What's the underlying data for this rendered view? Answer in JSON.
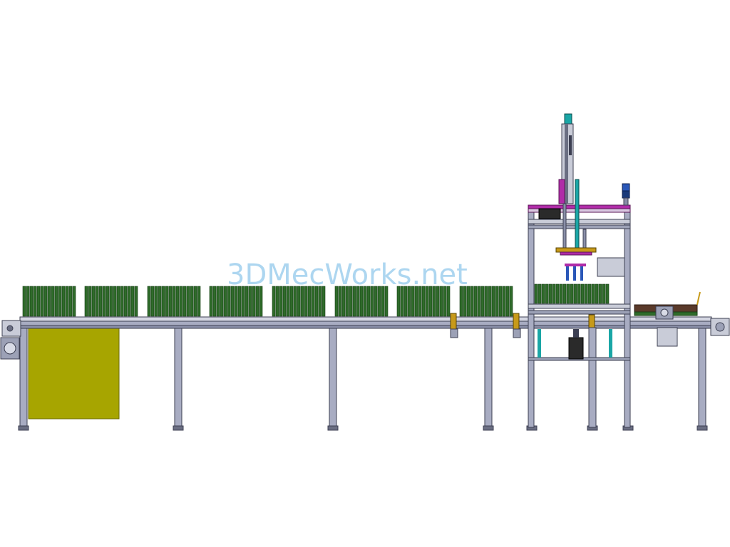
{
  "watermark": {
    "text": "3DMecWorks.net"
  },
  "colors": {
    "frame": "#8a8fa8",
    "frame_dark": "#3c3f52",
    "product": "#2f6b2a",
    "product_dark": "#173d15",
    "panel": "#a7a500",
    "bracket": "#c79a1a",
    "accent_magenta": "#b02ca8",
    "accent_teal": "#1aa6a6",
    "accent_blue": "#2a57b8",
    "motor": "#2a2a2a",
    "background": "#ffffff"
  },
  "product_groups": 9,
  "icons": [
    "conveyor-frame",
    "gantry-frame",
    "linear-actuator",
    "gripper",
    "motor-box",
    "control-panel",
    "warning-light",
    "roller-conveyor",
    "drive-motor"
  ]
}
